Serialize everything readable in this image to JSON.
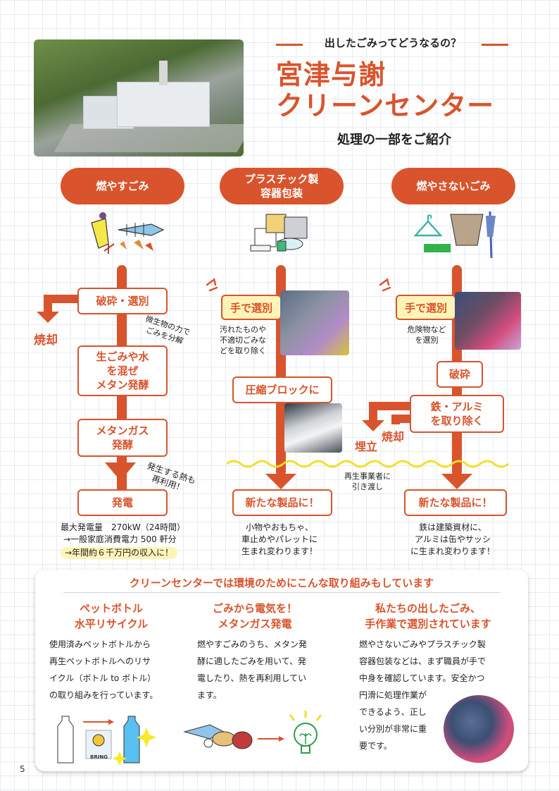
{
  "header": {
    "subtitle": "出したごみってどうなるの？",
    "title_line1": "宮津与謝",
    "title_line2": "クリーンセンター",
    "tagline": "処理の一部をご紹介"
  },
  "columns": {
    "burnable": {
      "label": "燃やすごみ",
      "step1": "破砕・選別",
      "branch": "焼却",
      "side_note": "微生物の力で\nごみを分解",
      "step2_l1": "生ごみや水",
      "step2_l2": "を混ぜ",
      "step2_l3": "メタン発酵",
      "step3_l1": "メタンガス",
      "step3_l2": "発酵",
      "heat_note_l1": "発生する熱も",
      "heat_note_l2": "再利用！",
      "step4": "発電",
      "info_l1": "最大発電量　270kW（24時間）",
      "info_l2": "→一般家庭消費電力 500 軒分",
      "info_l3": "→年間約６千万円の収入に！"
    },
    "plastic": {
      "label_l1": "プラスチック製",
      "label_l2": "容器包装",
      "step1": "手で選別",
      "note1_l1": "汚れたものや",
      "note1_l2": "不適切ごみな",
      "note1_l3": "どを取り除く",
      "step2": "圧縮ブロックに",
      "handover_l1": "再生事業者に",
      "handover_l2": "引き渡し",
      "step3": "新たな製品に！",
      "info_l1": "小物やおもちゃ、",
      "info_l2": "車止めやパレットに",
      "info_l3": "生まれ変わります！"
    },
    "nonburnable": {
      "label": "燃やさないごみ",
      "step1": "手で選別",
      "note1_l1": "危険物など",
      "note1_l2": "を選別",
      "step2": "破砕",
      "step3_l1": "鉄・アルミ",
      "step3_l2": "を取り除く",
      "branch1": "焼却",
      "branch2": "埋立",
      "step4": "新たな製品に！",
      "info_l1": "鉄は建築資材に、",
      "info_l2": "アルミは缶やサッシ",
      "info_l3": "に生まれ変わります！"
    }
  },
  "bottom": {
    "heading": "クリーンセンターでは環境のためにこんな取り組みもしています",
    "col1": {
      "title_l1": "ペットボトル",
      "title_l2": "水平リサイクル",
      "text_l1": "使用済みペットボトルから",
      "text_l2": "再生ペットボトルへのリサ",
      "text_l3": "イクル（ボトル to ボトル）",
      "text_l4": "の取り組みを行っています。",
      "mascot_label": "BRING"
    },
    "col2": {
      "title_l1": "ごみから電気を！",
      "title_l2": "メタンガス発電",
      "text_l1": "燃やすごみのうち、メタン発",
      "text_l2": "酵に適したごみを用いて、発",
      "text_l3": "電したり、熱を再利用してい",
      "text_l4": "ます。"
    },
    "col3": {
      "title_l1": "私たちの出したごみ、",
      "title_l2": "手作業で選別されています",
      "text_l1": "燃やさないごみやプラスチック製",
      "text_l2": "容器包装などは、まず職員が手で",
      "text_l3": "中身を確認しています。安全かつ",
      "text_l4": "円滑に処理作業が",
      "text_l5": "できるよう、正し",
      "text_l6": "い分別が非常に重",
      "text_l7": "要です。"
    }
  },
  "page_number": "5",
  "colors": {
    "accent": "#d9542c",
    "highlight": "#fff4b8",
    "wave": "#f3df2a"
  }
}
